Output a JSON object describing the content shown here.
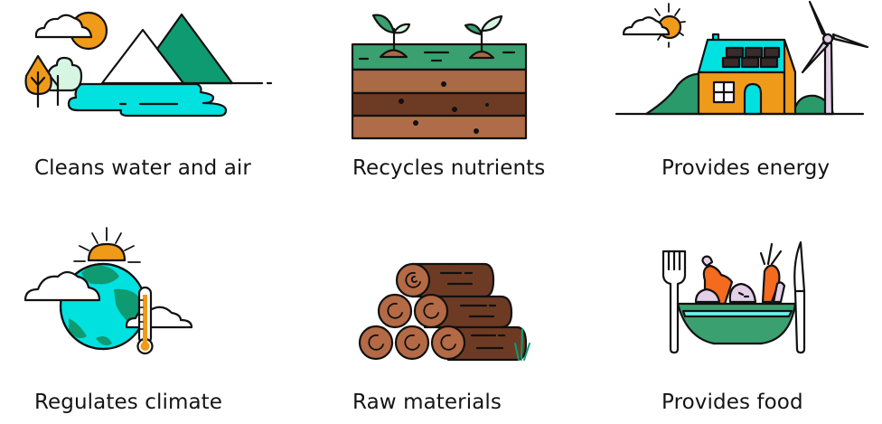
{
  "grid": {
    "items": [
      {
        "label": "Cleans water and air",
        "icon": "landscape-lake-mountains-icon"
      },
      {
        "label": "Recycles nutrients",
        "icon": "soil-layers-seedlings-icon"
      },
      {
        "label": "Provides energy",
        "icon": "house-solar-wind-turbine-icon"
      },
      {
        "label": "Regulates climate",
        "icon": "globe-sun-thermometer-icon"
      },
      {
        "label": "Raw materials",
        "icon": "log-pile-icon"
      },
      {
        "label": "Provides food",
        "icon": "bowl-fork-knife-icon"
      }
    ]
  },
  "colors": {
    "orange": "#f09a1a",
    "teal_green": "#0f9b72",
    "cyan": "#00e1e0",
    "soil_green": "#3aa070",
    "brown_light": "#a96a45",
    "brown_dark": "#6d3b24",
    "lilac": "#e3cfe8",
    "mint": "#d7f5e3",
    "outline": "#111111"
  }
}
